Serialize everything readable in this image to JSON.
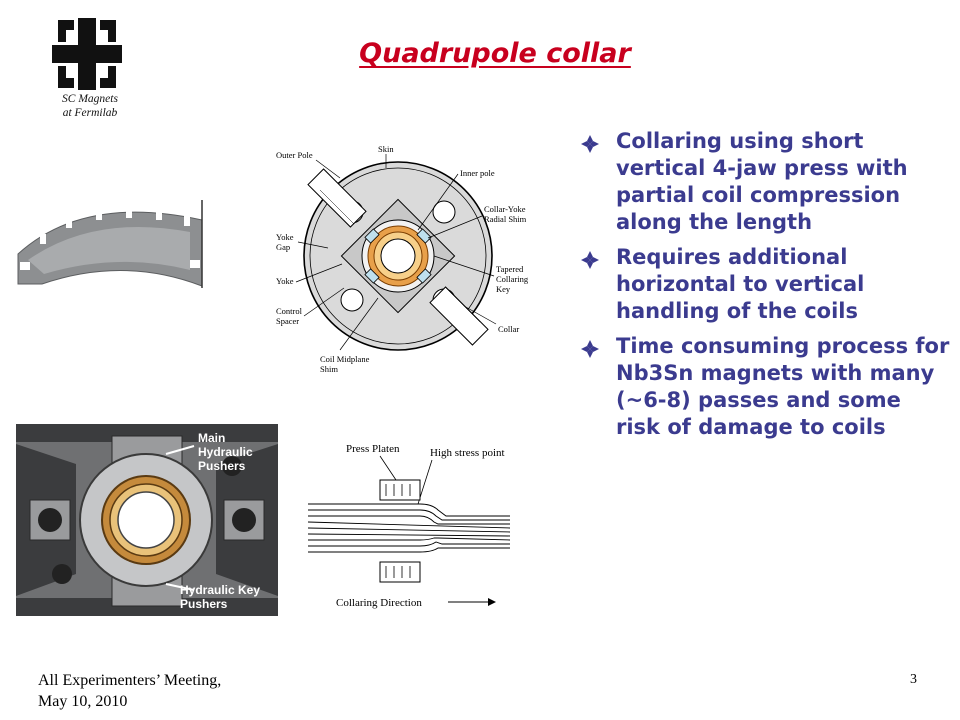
{
  "header": {
    "logo_caption_line1": "SC Magnets",
    "logo_caption_line2": "at Fermilab",
    "title": "Quadrupole collar"
  },
  "bullets": [
    {
      "text": "Collaring using short vertical 4-jaw press with partial coil compression along the length"
    },
    {
      "text": "Requires additional horizontal to vertical handling of the coils"
    },
    {
      "text": "Time consuming process for Nb3Sn magnets with many (~6-8) passes and some risk of damage to coils"
    }
  ],
  "collar_diagram": {
    "outer_pole": "Outer Pole",
    "skin": "Skin",
    "inner_pole": "Inner pole",
    "collar_yoke_1": "Collar-Yoke",
    "collar_yoke_2": "Radial Shim",
    "yoke_gap_1": "Yoke",
    "yoke_gap_2": "Gap",
    "yoke": "Yoke",
    "tapered_1": "Tapered",
    "tapered_2": "Collaring",
    "tapered_3": "Key",
    "control_1": "Control",
    "control_2": "Spacer",
    "collar": "Collar",
    "midplane_1": "Coil Midplane",
    "midplane_2": "Shim"
  },
  "press_photo": {
    "label_top_1": "Main",
    "label_top_2": "Hydraulic",
    "label_top_3": "Pushers",
    "label_bottom_1": "Hydraulic Key",
    "label_bottom_2": "Pushers"
  },
  "flow_diagram": {
    "press_platen": "Press Platen",
    "high_stress": "High stress point",
    "direction": "Collaring Direction"
  },
  "footer": {
    "line1": "All Experimenters’ Meeting,",
    "line2": "May 10, 2010",
    "page_number": "3"
  },
  "colors": {
    "title": "#c8001e",
    "bullet_text": "#3b3b8f"
  }
}
